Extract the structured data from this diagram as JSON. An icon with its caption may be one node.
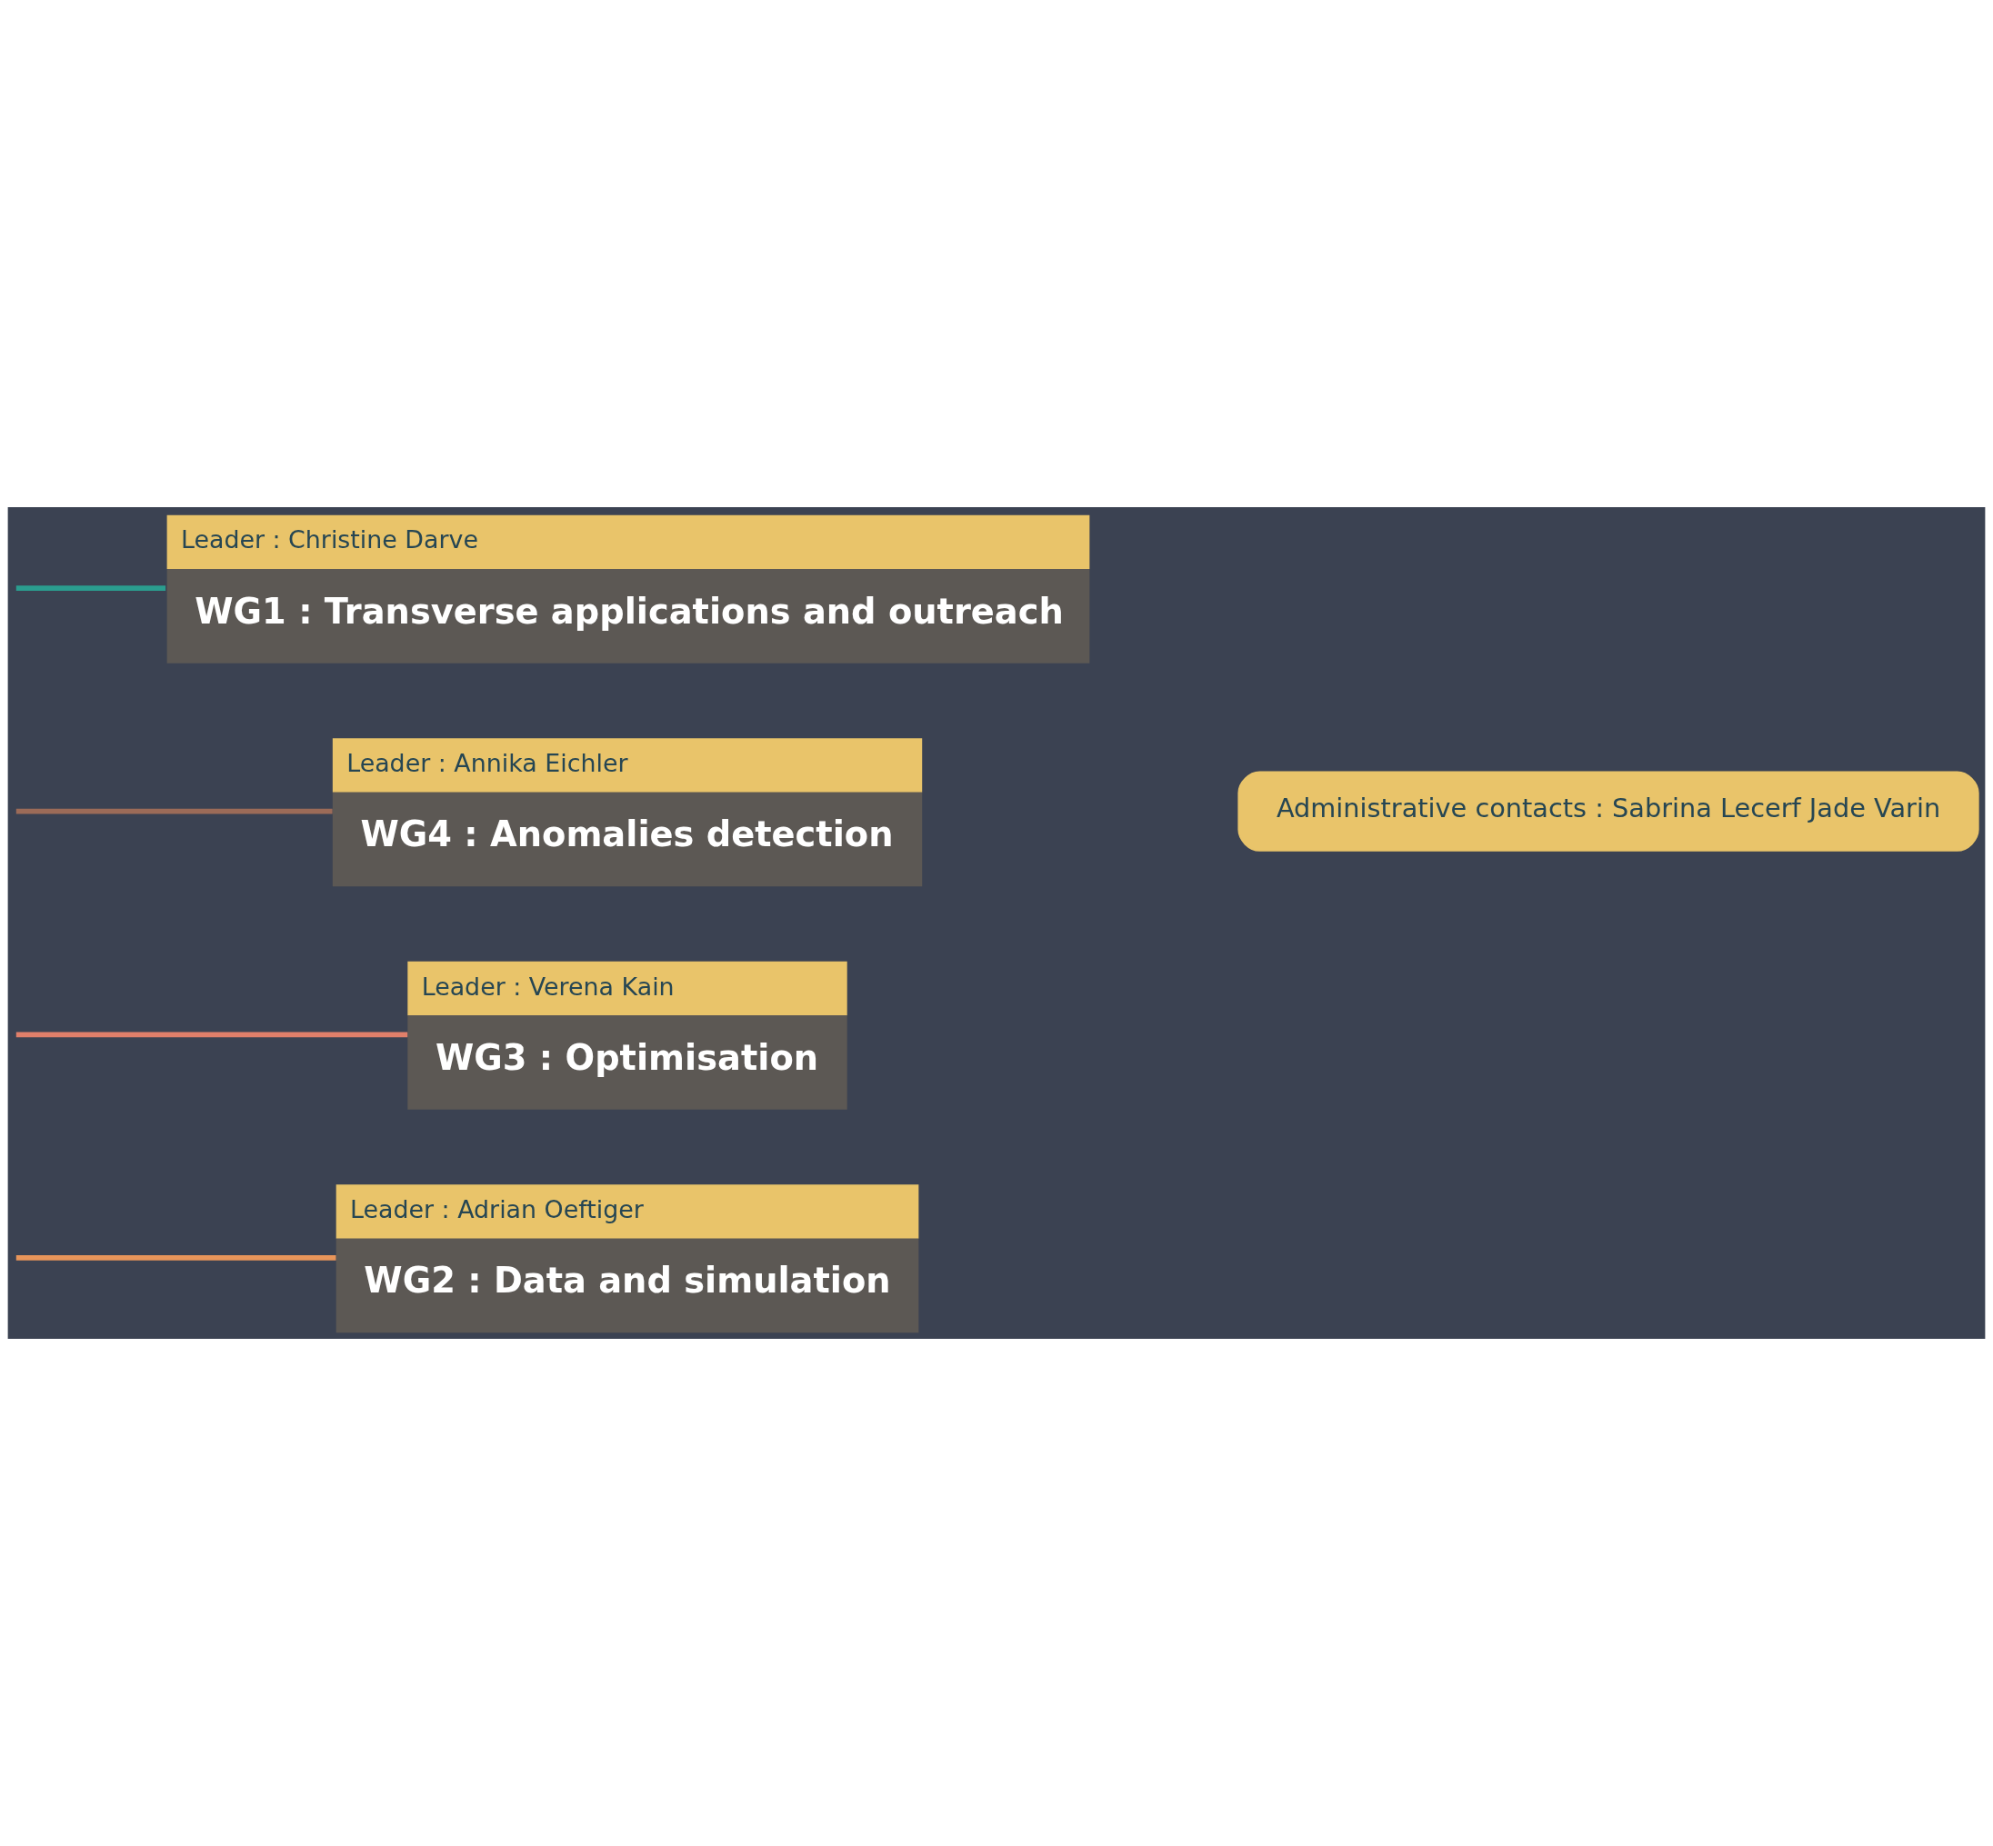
{
  "diagram": {
    "nodes": [
      {
        "text": [
          "Leader : Adrian Oeftiger",
          "WG2 : Data and simulation"
        ]
      },
      {
        "text": [
          "Leader : Verena Kain",
          "WG3 : Optimisation"
        ]
      },
      {
        "text": [
          "Leader : Annika Eichler",
          "WG4 : Anomalies detection"
        ]
      },
      {
        "text": [
          "Leader : Christine Darve",
          "WG1 : Transverse applications and outreach"
        ]
      },
      {
        "text": [
          "Administrative contacts : Sabrina Lecerf Jade Varin"
        ]
      }
    ],
    "edges": [
      {
        "from": null,
        "to": 0,
        "arrow": "none",
        "color": "#e8955a"
      },
      {
        "from": null,
        "to": 1,
        "arrow": "none",
        "color": "#e07f6a"
      },
      {
        "from": null,
        "to": 2,
        "arrow": "none",
        "color": "#9c6b58"
      },
      {
        "from": null,
        "to": 3,
        "arrow": "none",
        "color": "#2a9d8f"
      }
    ]
  }
}
